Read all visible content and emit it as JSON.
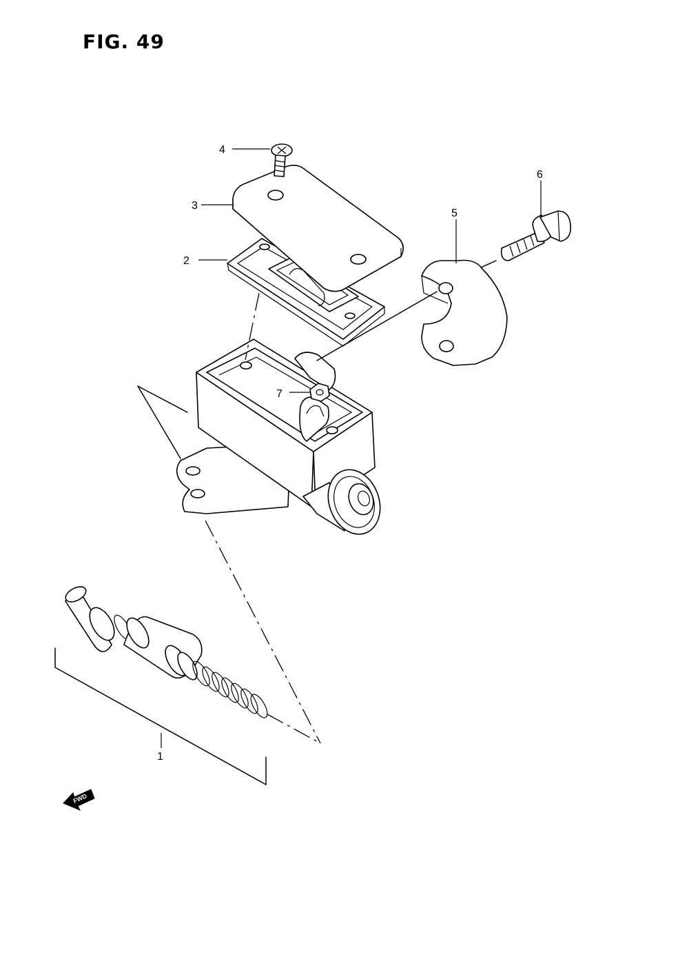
{
  "figure": {
    "title": "FIG. 49"
  },
  "callouts": [
    {
      "id": "1",
      "label": "1"
    },
    {
      "id": "2",
      "label": "2"
    },
    {
      "id": "3",
      "label": "3"
    },
    {
      "id": "4",
      "label": "4"
    },
    {
      "id": "5",
      "label": "5"
    },
    {
      "id": "6",
      "label": "6"
    },
    {
      "id": "7",
      "label": "7"
    }
  ],
  "fwd_arrow": {
    "label": "FWD"
  }
}
